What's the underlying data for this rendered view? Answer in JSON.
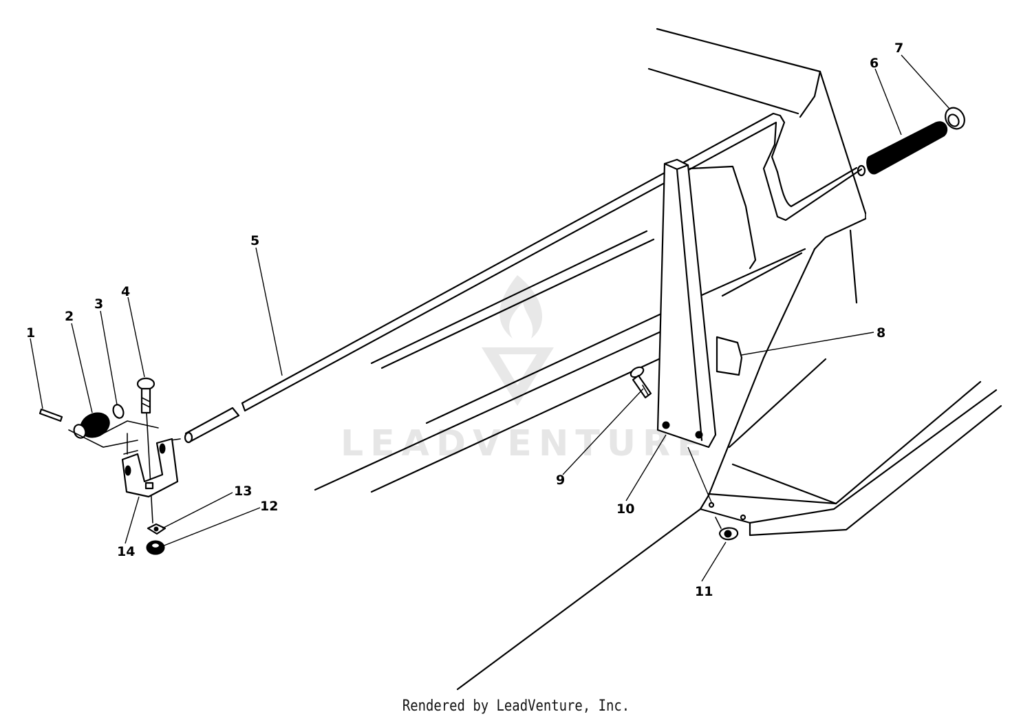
{
  "diagram": {
    "callouts": [
      {
        "label": "1"
      },
      {
        "label": "2"
      },
      {
        "label": "3"
      },
      {
        "label": "4"
      },
      {
        "label": "5"
      },
      {
        "label": "6"
      },
      {
        "label": "7"
      },
      {
        "label": "8"
      },
      {
        "label": "9"
      },
      {
        "label": "10"
      },
      {
        "label": "11"
      },
      {
        "label": "12"
      },
      {
        "label": "13"
      },
      {
        "label": "14"
      }
    ],
    "watermark": "LEADVENTURE"
  },
  "footer": {
    "text": "Rendered by LeadVenture, Inc."
  },
  "colors": {
    "line": "#000000",
    "background": "#ffffff",
    "watermark": "#e6e6e6"
  }
}
